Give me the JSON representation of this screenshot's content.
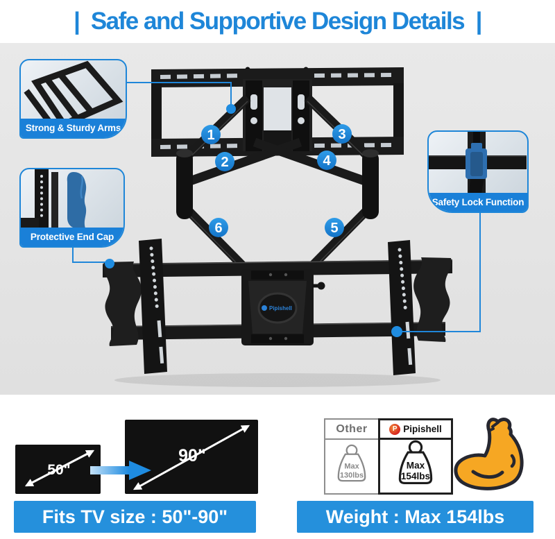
{
  "header": {
    "title": "|  Safe and Supportive Design Details  |"
  },
  "callouts": {
    "arms_label": "Strong & Sturdy Arms",
    "end_cap_label": "Protective End Cap",
    "safety_lock_label": "Safety Lock Function"
  },
  "mount": {
    "brand": "Pipishell",
    "arm_numbers": [
      "1",
      "2",
      "3",
      "4",
      "5",
      "6"
    ]
  },
  "tv_size": {
    "small_label": "50\"",
    "large_label": "90\"",
    "banner": "Fits TV size : 50\"-90\""
  },
  "comparison": {
    "col_other": "Other",
    "col_brand": "Pipishell",
    "logo_letter": "P",
    "other_line1": "Max",
    "other_line2": "130lbs",
    "brand_line1": "Max",
    "brand_line2": "154lbs",
    "banner": "Weight : Max 154lbs"
  },
  "colors": {
    "accent_blue": "#1E86D8",
    "banner_blue": "#2590DC",
    "mount_black": "#171717",
    "muscle_orange": "#F6A723",
    "logo_red": "#D8251F"
  }
}
